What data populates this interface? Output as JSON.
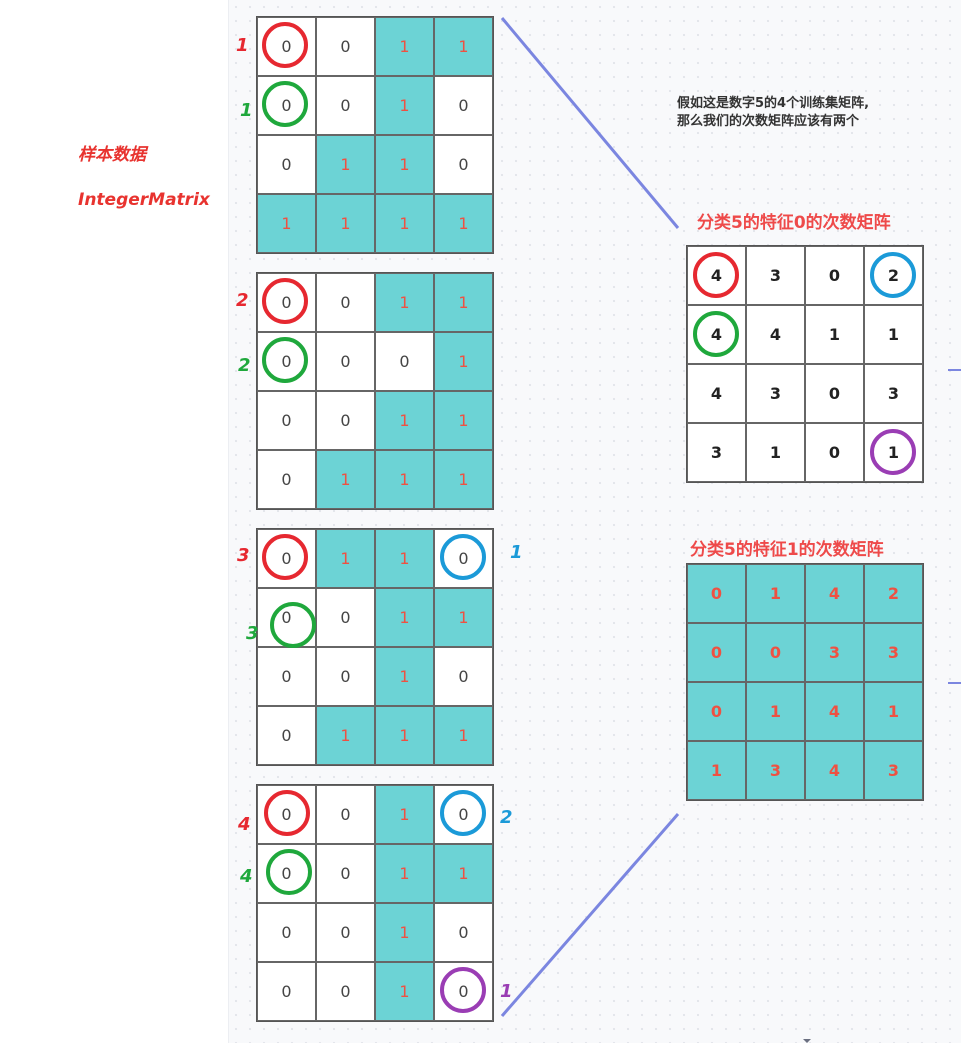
{
  "sidebar": {
    "label1": "样本数据",
    "label2": "IntegerMatrix"
  },
  "samples": [
    {
      "grid": [
        [
          0,
          0,
          1,
          1
        ],
        [
          0,
          0,
          1,
          0
        ],
        [
          0,
          1,
          1,
          0
        ],
        [
          1,
          1,
          1,
          1
        ]
      ]
    },
    {
      "grid": [
        [
          0,
          0,
          1,
          1
        ],
        [
          0,
          0,
          0,
          1
        ],
        [
          0,
          0,
          1,
          1
        ],
        [
          0,
          1,
          1,
          1
        ]
      ]
    },
    {
      "grid": [
        [
          0,
          1,
          1,
          0
        ],
        [
          0,
          0,
          1,
          1
        ],
        [
          0,
          0,
          1,
          0
        ],
        [
          0,
          1,
          1,
          1
        ]
      ]
    },
    {
      "grid": [
        [
          0,
          0,
          1,
          0
        ],
        [
          0,
          0,
          1,
          1
        ],
        [
          0,
          0,
          1,
          0
        ],
        [
          0,
          0,
          1,
          0
        ]
      ]
    }
  ],
  "annotations": {
    "s1_red": "1",
    "s1_green": "1",
    "s2_red": "2",
    "s2_green": "2",
    "s3_red": "3",
    "s3_green": "3",
    "s3_blue": "1",
    "s4_red": "4",
    "s4_green": "4",
    "s4_blue": "2",
    "s4_purple": "1"
  },
  "note": {
    "line1": "假如这是数字5的4个训练集矩阵,",
    "line2": "那么我们的次数矩阵应该有两个"
  },
  "feature0": {
    "title": "分类5的特征0的次数矩阵",
    "grid": [
      [
        4,
        3,
        0,
        2
      ],
      [
        4,
        4,
        1,
        1
      ],
      [
        4,
        3,
        0,
        3
      ],
      [
        3,
        1,
        0,
        1
      ]
    ]
  },
  "feature1": {
    "title": "分类5的特征1的次数矩阵",
    "grid": [
      [
        0,
        1,
        4,
        2
      ],
      [
        0,
        0,
        3,
        3
      ],
      [
        0,
        1,
        4,
        1
      ],
      [
        1,
        3,
        4,
        3
      ]
    ]
  },
  "colors": {
    "on_cell": "#6cd3d5",
    "red": "#e62830",
    "green": "#1fa83c",
    "blue": "#1b9ad8",
    "purple": "#9a3db4",
    "connector": "#7b86e0"
  }
}
